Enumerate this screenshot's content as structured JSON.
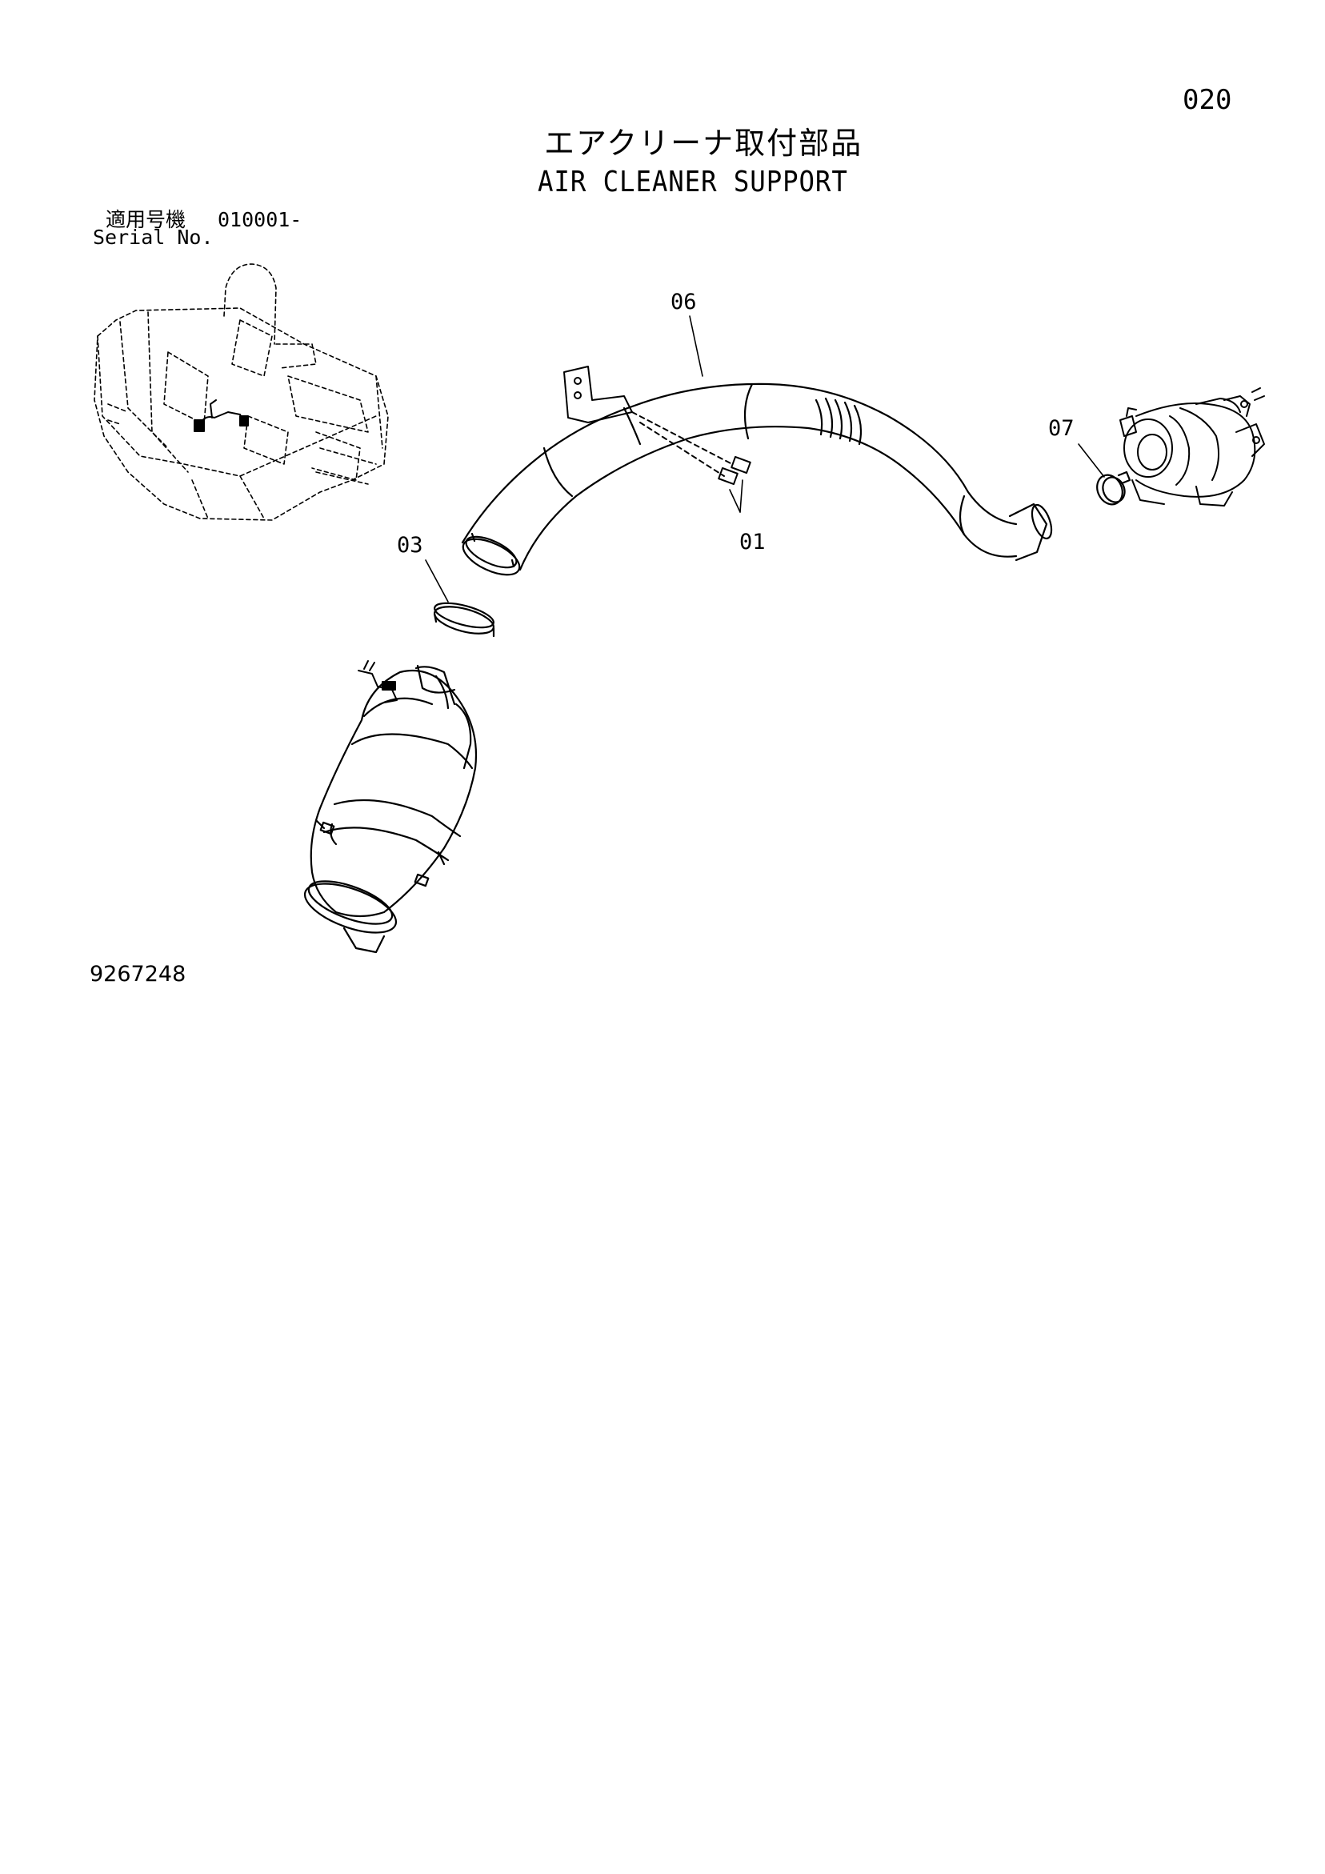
{
  "page_number": "020",
  "title_jp": "エアクリーナ取付部品",
  "title_en": "AIR CLEANER SUPPORT",
  "serial": {
    "label_jp": "適用号機",
    "value": "010001-",
    "label_en": "Serial No."
  },
  "drawing_number": "9267248",
  "callouts": {
    "c06": "06",
    "c07": "07",
    "c03": "03",
    "c01": "01"
  }
}
